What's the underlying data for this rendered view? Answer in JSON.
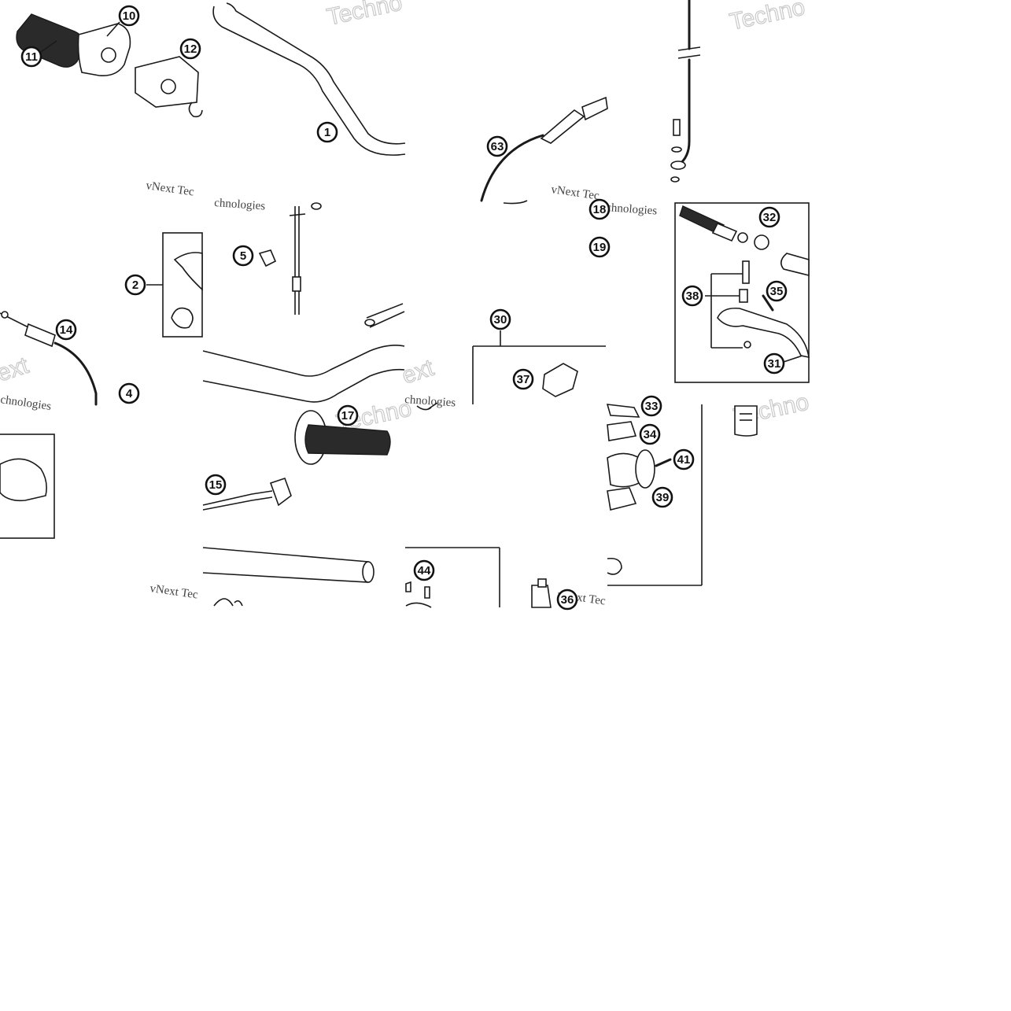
{
  "callouts": [
    "10",
    "11",
    "12",
    "1",
    "63",
    "2",
    "5",
    "14",
    "4",
    "32",
    "35",
    "38",
    "31",
    "30",
    "37",
    "19",
    "18",
    "17",
    "15",
    "44",
    "33",
    "34",
    "41",
    "39",
    "36"
  ],
  "watermarks": {
    "brand_big": "Technologies",
    "brand_small": "vNext Technologies",
    "brand_partial_1": "Techno",
    "brand_partial_2": "vNext Tec",
    "brand_partial_3": "chnologies",
    "brand_partial_4": "ext"
  },
  "colors": {
    "ink": "#1a1a1a",
    "background": "#ffffff",
    "watermark": "#c9c9c9"
  }
}
